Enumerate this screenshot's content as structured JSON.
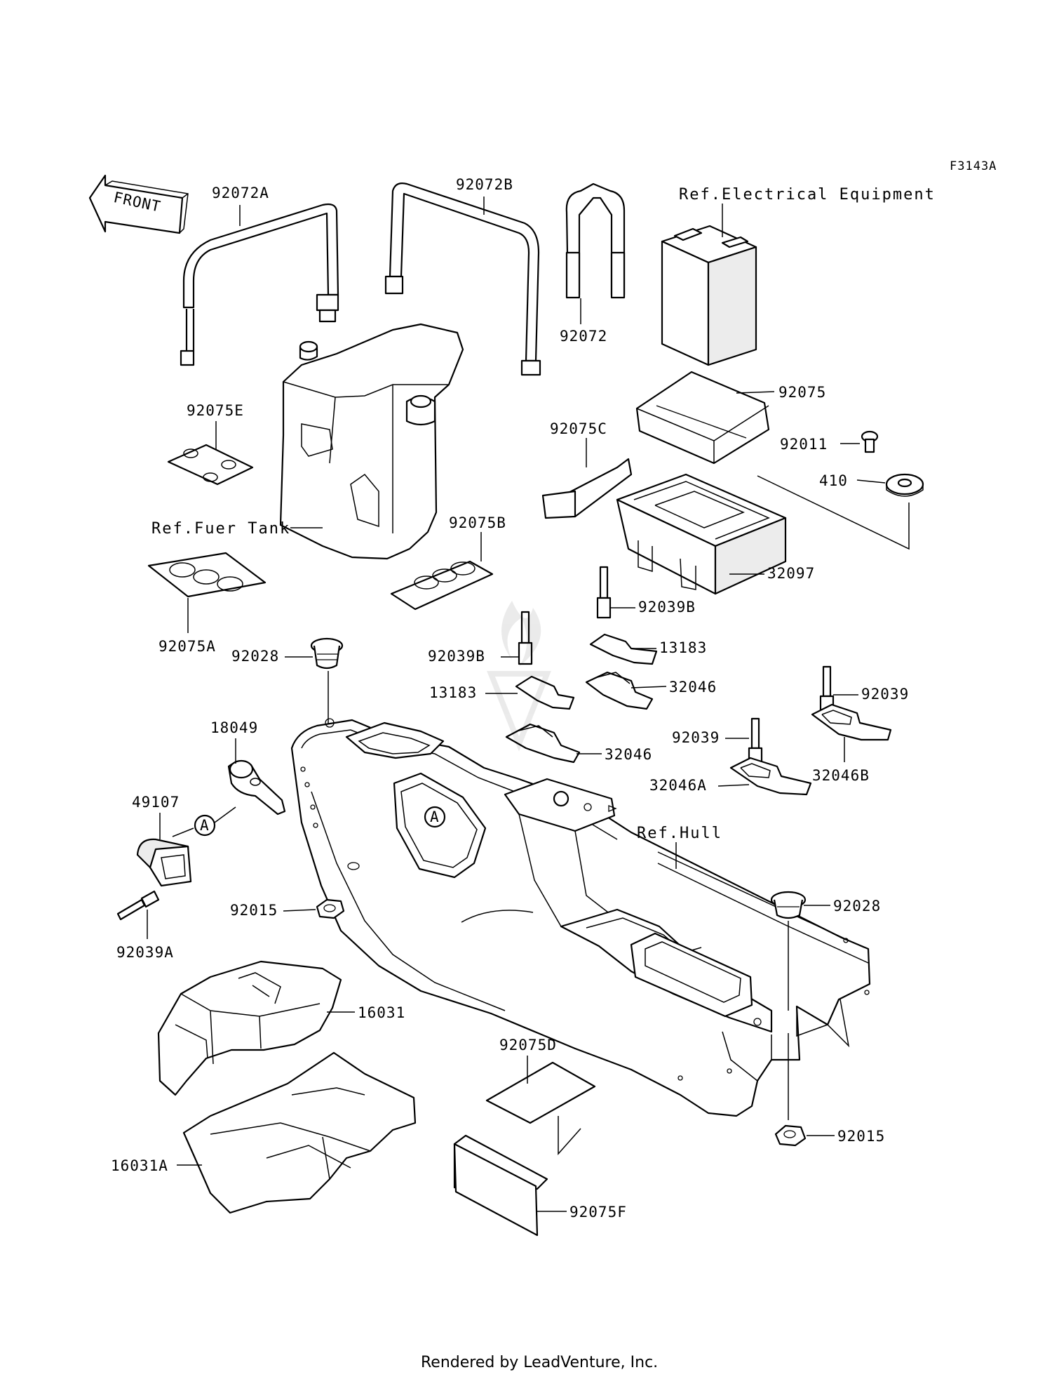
{
  "diagram": {
    "code": "F3143A",
    "front_label": "FRONT",
    "refs": {
      "electrical": "Ref.Electrical Equipment",
      "fuel_tank": "Ref.Fuer Tank",
      "hull": "Ref.Hull"
    },
    "marker": "A",
    "footer": "Rendered by LeadVenture, Inc.",
    "parts": {
      "p92072A": "92072A",
      "p92072B": "92072B",
      "p92072": "92072",
      "p92075E": "92075E",
      "p92075": "92075",
      "p92011": "92011",
      "p92075C": "92075C",
      "p410": "410",
      "p92075B": "92075B",
      "p32097": "32097",
      "p92075A": "92075A",
      "p92039B_1": "92039B",
      "p92028_1": "92028",
      "p92039B_2": "92039B",
      "p13183_1": "13183",
      "p13183_2": "13183",
      "p32046_1": "32046",
      "p92039_1": "92039",
      "p18049": "18049",
      "p32046_2": "32046",
      "p92039_2": "92039",
      "p32046B": "32046B",
      "p49107": "49107",
      "p32046A": "32046A",
      "p92015_1": "92015",
      "p92028_2": "92028",
      "p92039A": "92039A",
      "p16031": "16031",
      "p92075D": "92075D",
      "p92015_2": "92015",
      "p16031A": "16031A",
      "p92075F": "92075F"
    }
  }
}
